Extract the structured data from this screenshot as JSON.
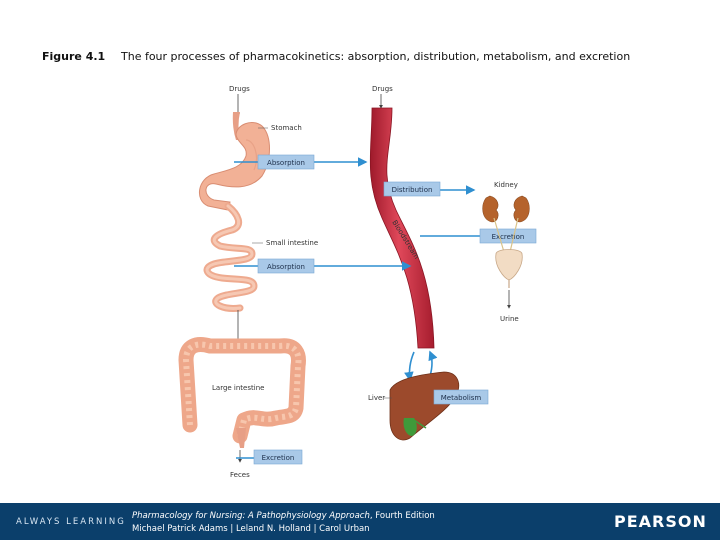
{
  "figure": {
    "number": "Figure 4.1",
    "caption": "The four processes of pharmacokinetics: absorption, distribution, metabolism, and excretion"
  },
  "diagram": {
    "labels": {
      "drugs_left": "Drugs",
      "drugs_right": "Drugs",
      "stomach": "Stomach",
      "small_intestine": "Small intestine",
      "large_intestine": "Large intestine",
      "feces": "Feces",
      "bloodstream": "Bloodstream",
      "kidney": "Kidney",
      "urine": "Urine",
      "liver": "Liver"
    },
    "boxes": {
      "absorption_1": "Absorption",
      "absorption_2": "Absorption",
      "distribution": "Distribution",
      "excretion_kidney": "Excretion",
      "metabolism": "Metabolism",
      "excretion_feces": "Excretion"
    },
    "colors": {
      "box_fill": "#a9c9e8",
      "arrow": "#2f8fd0",
      "vessel": "#c8283a",
      "tissue": "#f0b49a",
      "liver": "#9c4a2c",
      "kidney": "#b5632c"
    }
  },
  "footer": {
    "tagline": "ALWAYS LEARNING",
    "book_title": "Pharmacology for Nursing: A Pathophysiology Approach",
    "edition": ", Fourth Edition",
    "authors": "Michael Patrick Adams | Leland N. Holland | Carol Urban",
    "publisher_logo": "PEARSON"
  }
}
